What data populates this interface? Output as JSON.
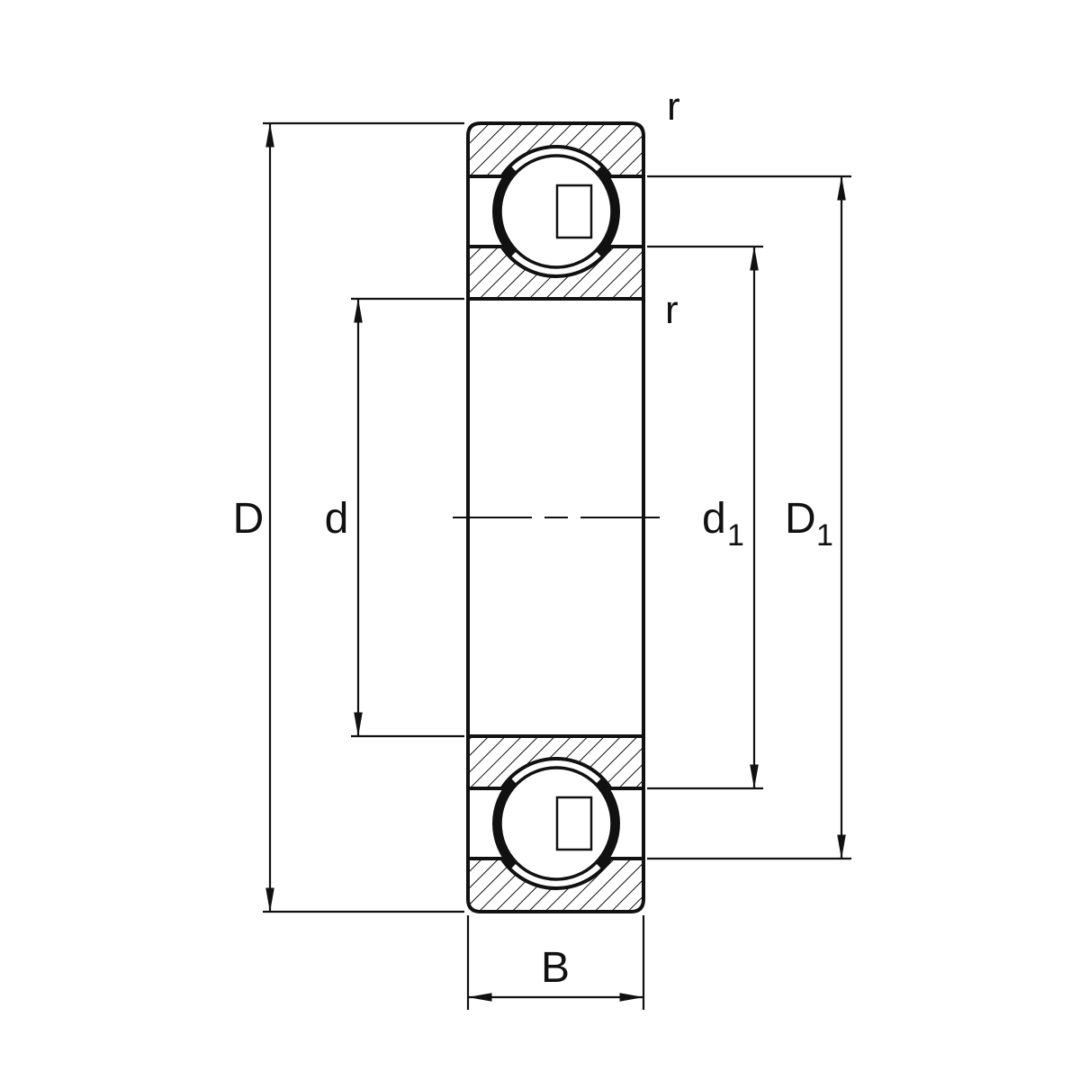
{
  "diagram": {
    "subject": "deep-groove-ball-bearing-cross-section-drawing",
    "colors": {
      "line": "#111111",
      "background": "#ffffff"
    },
    "dimensions": {
      "outer_diameter": {
        "label": "D"
      },
      "bore_diameter": {
        "label": "d"
      },
      "inner_shoulder_diameter": {
        "label": "d",
        "subscript": "1"
      },
      "outer_shoulder_diameter": {
        "label": "D",
        "subscript": "1"
      },
      "width": {
        "label": "B"
      },
      "chamfer_outer": {
        "label": "r"
      },
      "chamfer_inner": {
        "label": "r"
      }
    }
  }
}
